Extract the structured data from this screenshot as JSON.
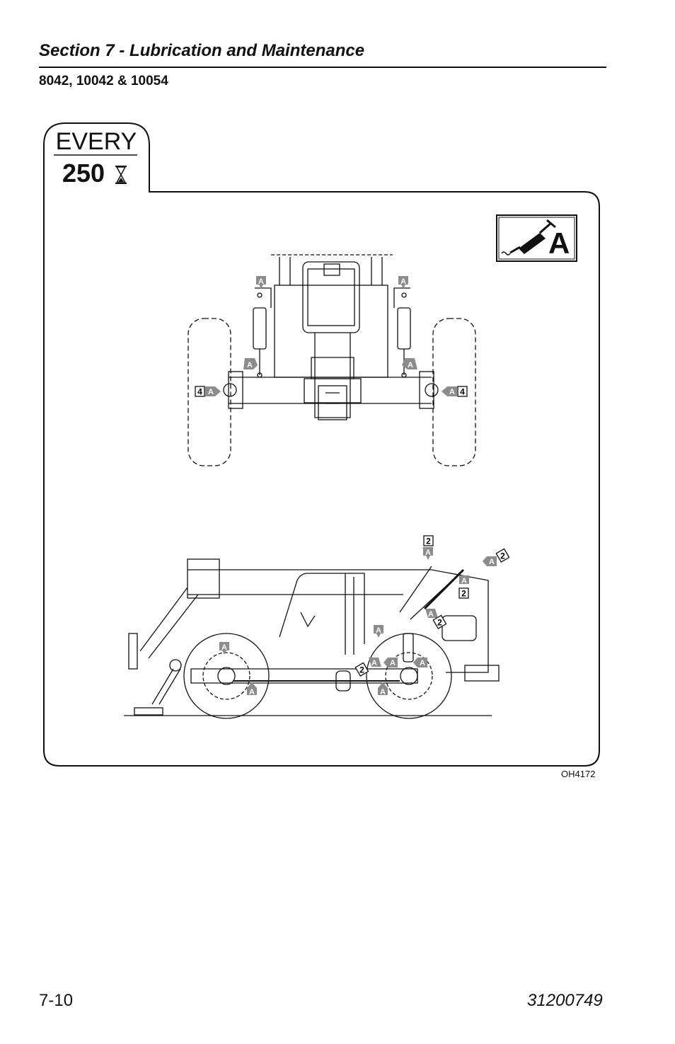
{
  "header": {
    "section_title": "Section 7 - Lubrication and Maintenance",
    "models": "8042, 10042 & 10054"
  },
  "interval": {
    "label": "EVERY",
    "value": "250",
    "unit_icon": "hourglass-icon"
  },
  "lube_symbol": {
    "letter": "A",
    "icon": "grease-gun-icon"
  },
  "callouts": {
    "grease": "A",
    "qty_4": "4",
    "qty_2": "2"
  },
  "figure_id": "OH4172",
  "footer": {
    "page": "7-10",
    "doc_number": "31200749"
  },
  "colors": {
    "line": "#111111",
    "callout_gray": "#8c8c8c"
  }
}
